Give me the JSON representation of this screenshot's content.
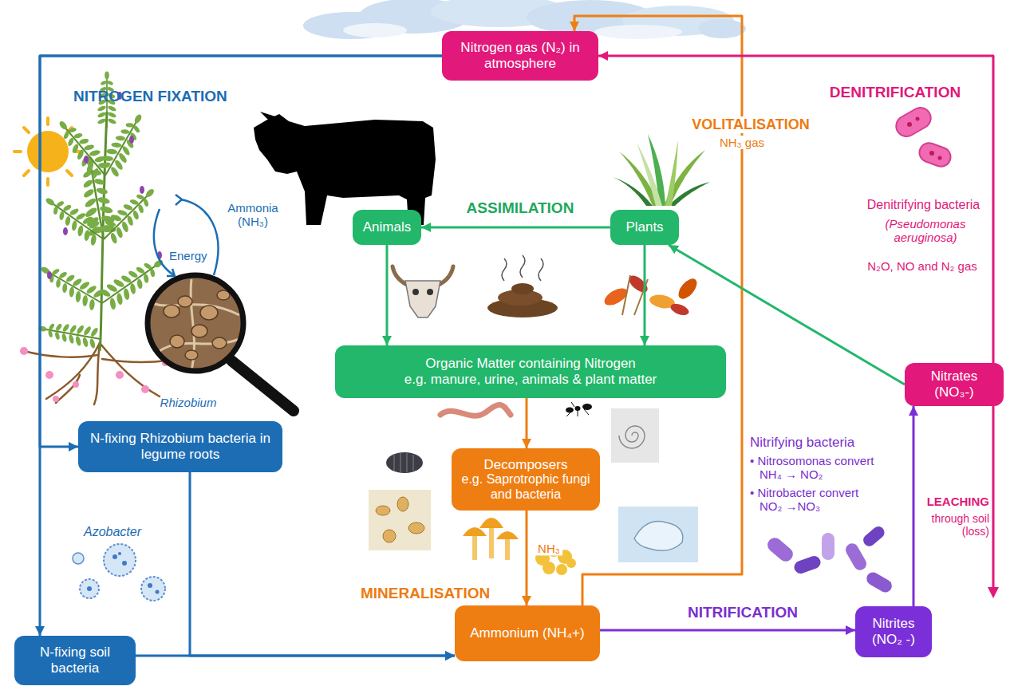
{
  "diagram": {
    "nodes": [
      {
        "text": [
          "Nitrogen gas (N₂) in atmosphere"
        ]
      },
      {
        "text": [
          "Animals"
        ]
      },
      {
        "text": [
          "Plants"
        ]
      },
      {
        "text": [
          "Organic Matter containing Nitrogen",
          "e.g. manure, urine, animals & plant matter"
        ]
      },
      {
        "text": [
          "Nitrates (NO₃-)"
        ]
      },
      {
        "text": [
          "N-fixing Rhizobium bacteria in legume roots"
        ]
      },
      {
        "text": [
          "Decomposers",
          "e.g. Saprotrophic fungi and bacteria"
        ]
      },
      {
        "text": [
          "Ammonium (NH₄+)"
        ]
      },
      {
        "text": [
          "Nitrites (NO₂ -)"
        ]
      },
      {
        "text": [
          "N-fixing soil bacteria"
        ]
      }
    ],
    "edges": [
      {
        "from": 0,
        "to": 5,
        "arrow": "to"
      },
      {
        "from": 0,
        "to": 9,
        "arrow": "to"
      },
      {
        "from": 2,
        "to": 1,
        "label": "ASSIMILATION",
        "arrow": "to"
      },
      {
        "from": 1,
        "to": 3,
        "arrow": "to"
      },
      {
        "from": 2,
        "to": 3,
        "arrow": "to"
      },
      {
        "from": 3,
        "to": 6,
        "arrow": "to"
      },
      {
        "from": 6,
        "to": 7,
        "label": "NH₃",
        "arrow": "to"
      },
      {
        "from": 5,
        "to": 7,
        "arrow": "to"
      },
      {
        "from": 9,
        "to": 7,
        "arrow": "to"
      },
      {
        "from": 7,
        "to": 0,
        "arrow": "to"
      },
      {
        "from": 7,
        "to": 8,
        "arrow": "to"
      },
      {
        "from": 8,
        "to": 4,
        "arrow": "to"
      },
      {
        "from": 4,
        "to": 2,
        "arrow": "to"
      },
      {
        "from": 4,
        "to": 0,
        "arrow": "to"
      }
    ],
    "labels": [
      "NITROGEN FIXATION",
      "Ammonia (NH₃)",
      "Energy",
      "Rhizobium",
      "Azobacter",
      "VOLITALISATION",
      "NH₃ gas",
      "DENITRIFICATION",
      "Denitrifying bacteria",
      "(Pseudomonas aeruginosa)",
      "N₂O, NO and N₂ gas",
      "MINERALISATION",
      "Nitrifying bacteria",
      "• Nitrosomonas convert NH₄ → NO₂",
      "• Nitrobacter convert NO₂ →NO₃",
      "NITRIFICATION",
      "LEACHING",
      "through soil (loss)"
    ]
  }
}
